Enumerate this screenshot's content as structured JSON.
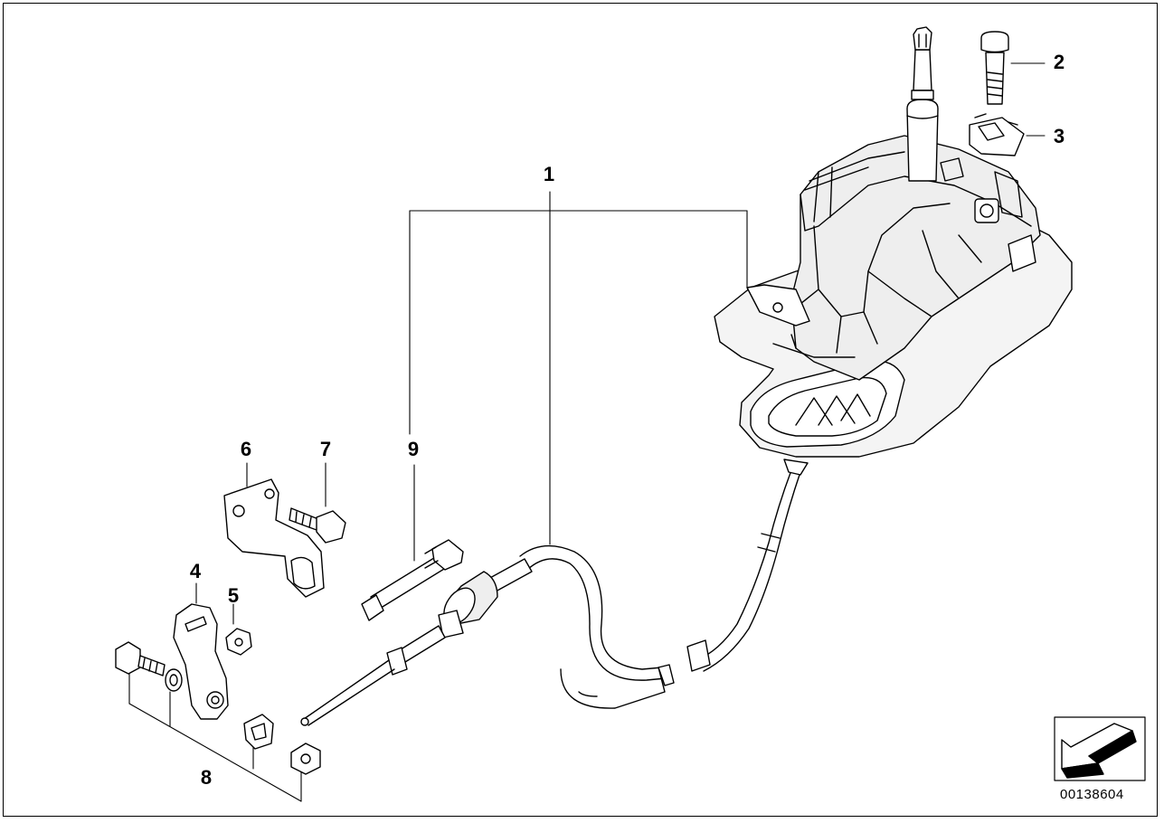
{
  "diagram": {
    "callouts": [
      {
        "id": "1",
        "label": "1"
      },
      {
        "id": "2",
        "label": "2"
      },
      {
        "id": "3",
        "label": "3"
      },
      {
        "id": "4",
        "label": "4"
      },
      {
        "id": "5",
        "label": "5"
      },
      {
        "id": "6",
        "label": "6"
      },
      {
        "id": "7",
        "label": "7"
      },
      {
        "id": "8",
        "label": "8"
      },
      {
        "id": "9",
        "label": "9"
      }
    ],
    "diagram_id": "00138604",
    "orientation_icon": "arrow-down-left-icon"
  }
}
